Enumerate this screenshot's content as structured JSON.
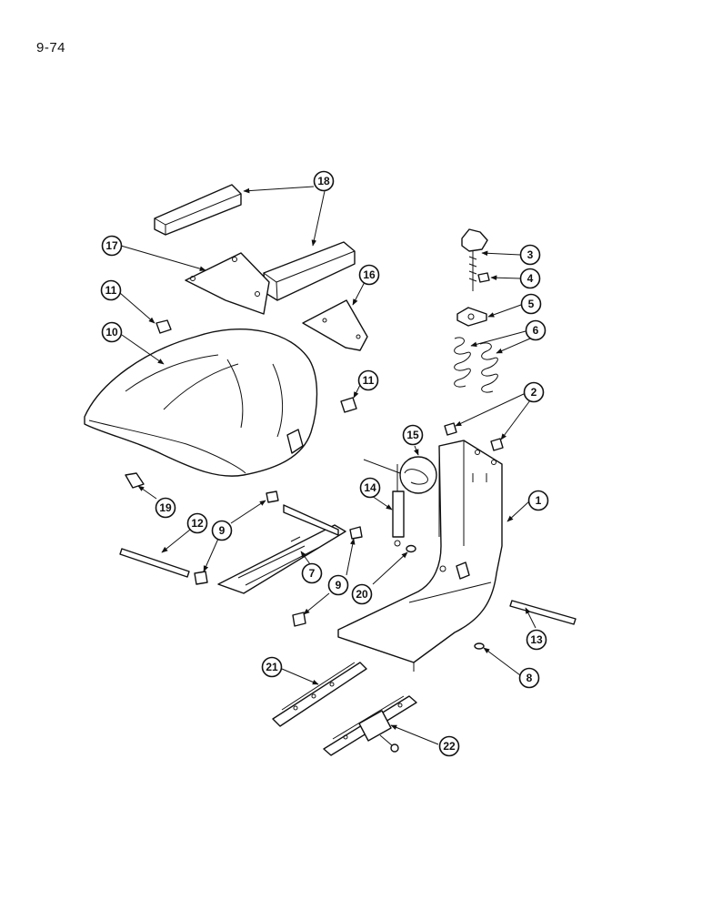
{
  "page_number": "9-74",
  "callouts": [
    "1",
    "2",
    "3",
    "4",
    "5",
    "6",
    "7",
    "8",
    "9",
    "10",
    "11",
    "12",
    "13",
    "14",
    "15",
    "16",
    "17",
    "18",
    "19",
    "20",
    "21",
    "22"
  ]
}
